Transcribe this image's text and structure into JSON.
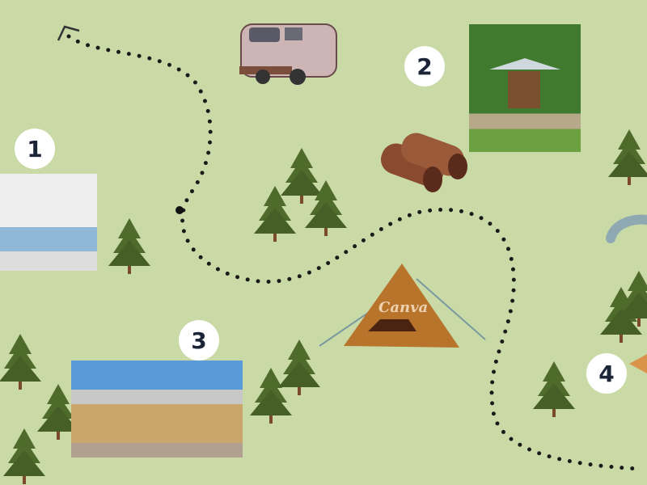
{
  "markers": [
    {
      "label": "1"
    },
    {
      "label": "2"
    },
    {
      "label": "3"
    },
    {
      "label": "4"
    }
  ],
  "watermark": "Canva",
  "colors": {
    "background": "#c9daa7",
    "tree": "#4f6b2c",
    "trail": "#1a1a1a",
    "tent": "#b7742a"
  }
}
